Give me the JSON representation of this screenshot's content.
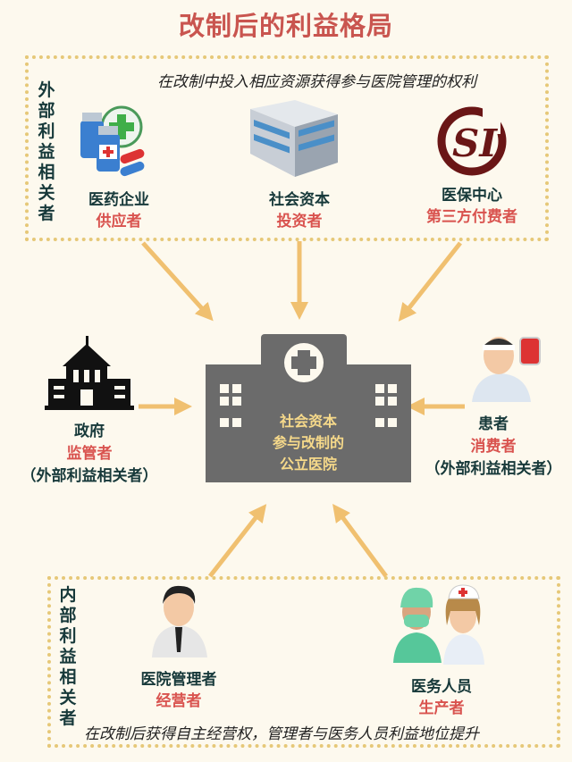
{
  "title": "改制后的利益格局",
  "external": {
    "label": "外部利益相关者",
    "note": "在改制中投入相应资源获得参与医院管理的权利",
    "items": [
      {
        "name": "医药企业",
        "role": "供应者",
        "icon": "medicine-icon"
      },
      {
        "name": "社会资本",
        "role": "投资者",
        "icon": "building-icon"
      },
      {
        "name": "医保中心",
        "role": "第三方付费者",
        "icon": "si-logo"
      }
    ]
  },
  "center": {
    "lines": [
      "社会资本",
      "参与改制的",
      "公立医院"
    ]
  },
  "government": {
    "name": "政府",
    "role": "监管者",
    "note": "（外部利益相关者）"
  },
  "patient": {
    "name": "患者",
    "role": "消费者",
    "note": "（外部利益相关者）"
  },
  "internal": {
    "label": "内部利益相关者",
    "note": "在改制后获得自主经营权，管理者与医务人员利益地位提升",
    "items": [
      {
        "name": "医院管理者",
        "role": "经营者",
        "icon": "manager-icon"
      },
      {
        "name": "医务人员",
        "role": "生产者",
        "icon": "medical-staff-icon"
      }
    ]
  },
  "logo_text": "SI",
  "colors": {
    "title": "#c9554f",
    "role": "#d9534f",
    "name": "#17393a",
    "arrow": "#f0c070",
    "border": "#e6c878",
    "hospital": "#6b6b6b"
  }
}
